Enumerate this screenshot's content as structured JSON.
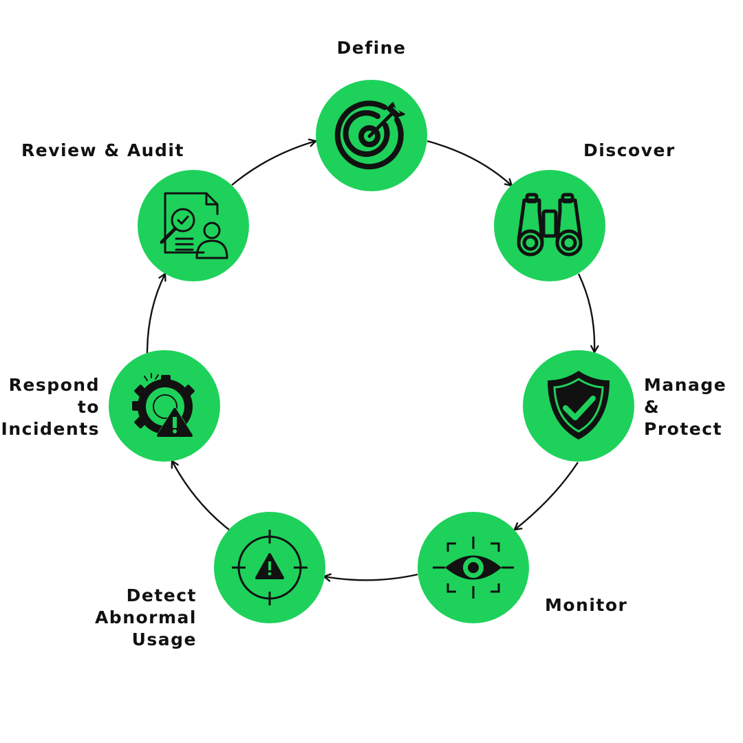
{
  "colors": {
    "node": "#1ed15a",
    "ink": "#111111",
    "background": "#ffffff"
  },
  "steps": [
    {
      "id": "define",
      "icon": "target-icon",
      "lines": [
        "Define"
      ]
    },
    {
      "id": "discover",
      "icon": "binoculars-icon",
      "lines": [
        "Discover"
      ]
    },
    {
      "id": "manage",
      "icon": "shield-check-icon",
      "lines": [
        "Manage",
        "&",
        "Protect"
      ]
    },
    {
      "id": "monitor",
      "icon": "eye-scan-icon",
      "lines": [
        "Monitor"
      ]
    },
    {
      "id": "detect",
      "icon": "crosshair-warning-icon",
      "lines": [
        "Detect",
        "Abnormal",
        "Usage"
      ]
    },
    {
      "id": "respond",
      "icon": "gear-warning-icon",
      "lines": [
        "Respond",
        "to",
        "Incidents"
      ]
    },
    {
      "id": "review",
      "icon": "document-audit-icon",
      "lines": [
        "Review & Audit"
      ]
    }
  ]
}
